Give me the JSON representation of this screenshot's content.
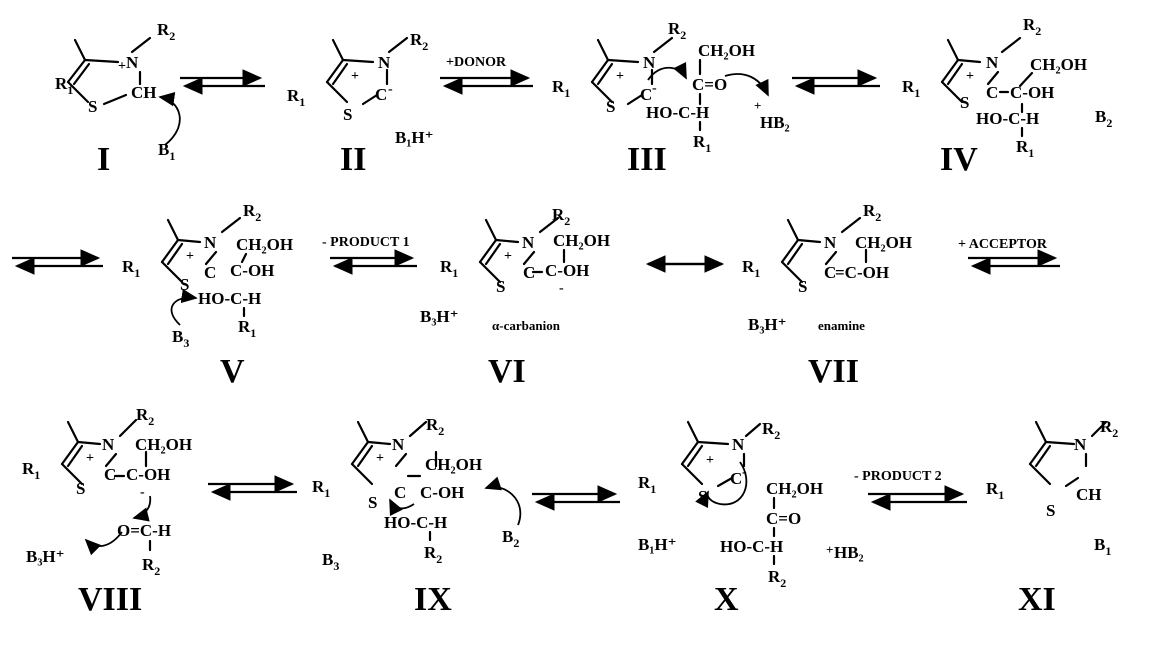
{
  "arrow_labels": {
    "donor": "+DONOR",
    "product1": "- PRODUCT 1",
    "acceptor": "+ ACCEPTOR",
    "product2": "- PRODUCT 2"
  },
  "structure_labels": {
    "s1": "I",
    "s2": "II",
    "s3": "III",
    "s4": "IV",
    "s5": "V",
    "s6": "VI",
    "s7": "VII",
    "s8": "VIII",
    "s9": "IX",
    "s10": "X",
    "s11": "XI"
  },
  "species_notes": {
    "carbanion": "α-carbanion",
    "enamine": "enamine"
  },
  "groups": {
    "r1": "R",
    "r1_sub": "1",
    "r2": "R",
    "r2_sub": "2",
    "n": "N",
    "s": "S",
    "c": "C",
    "ch": "CH",
    "h": "H",
    "plus": "+",
    "minus": "-",
    "ch2oh": "CH₂OH",
    "c_eq_o": "C=O",
    "c_oh": "C-OH",
    "ho_c_h": "HO-C-H",
    "o_eq_c_h": "O=C-H",
    "eq_c_oh": "=C-OH",
    "oh": "OH"
  },
  "bases": {
    "b1": "B",
    "b1_sub": "1",
    "b2": "B",
    "b2_sub": "2",
    "b3": "B",
    "b3_sub": "3",
    "b1h": "B₁H⁺",
    "b3h": "B₃H⁺",
    "hb2": "HB₂",
    "hb2_plus": "+"
  }
}
